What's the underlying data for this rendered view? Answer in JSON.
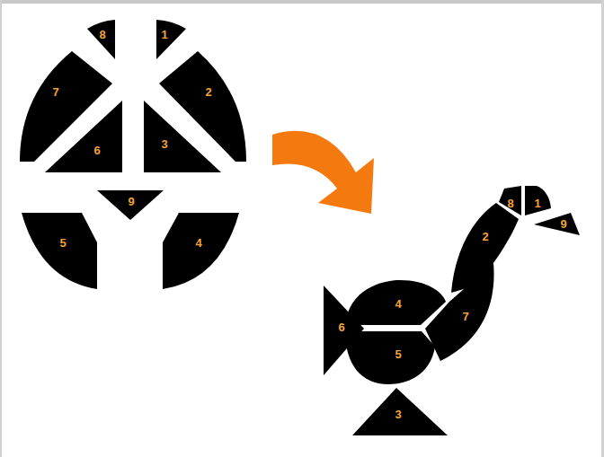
{
  "diagram": {
    "nodes": [
      {
        "text": [
          "8"
        ]
      },
      {
        "text": [
          "1"
        ]
      },
      {
        "text": [
          "7"
        ]
      },
      {
        "text": [
          "2"
        ]
      },
      {
        "text": [
          "6"
        ]
      },
      {
        "text": [
          "3"
        ]
      },
      {
        "text": [
          "9"
        ]
      },
      {
        "text": [
          "5"
        ]
      },
      {
        "text": [
          "4"
        ]
      },
      {
        "text": [
          "8"
        ]
      },
      {
        "text": [
          "1"
        ]
      },
      {
        "text": [
          "9"
        ]
      },
      {
        "text": [
          "2"
        ]
      },
      {
        "text": [
          "4"
        ]
      },
      {
        "text": [
          "6"
        ]
      },
      {
        "text": [
          "7"
        ]
      },
      {
        "text": [
          "5"
        ]
      },
      {
        "text": [
          "3"
        ]
      }
    ]
  }
}
